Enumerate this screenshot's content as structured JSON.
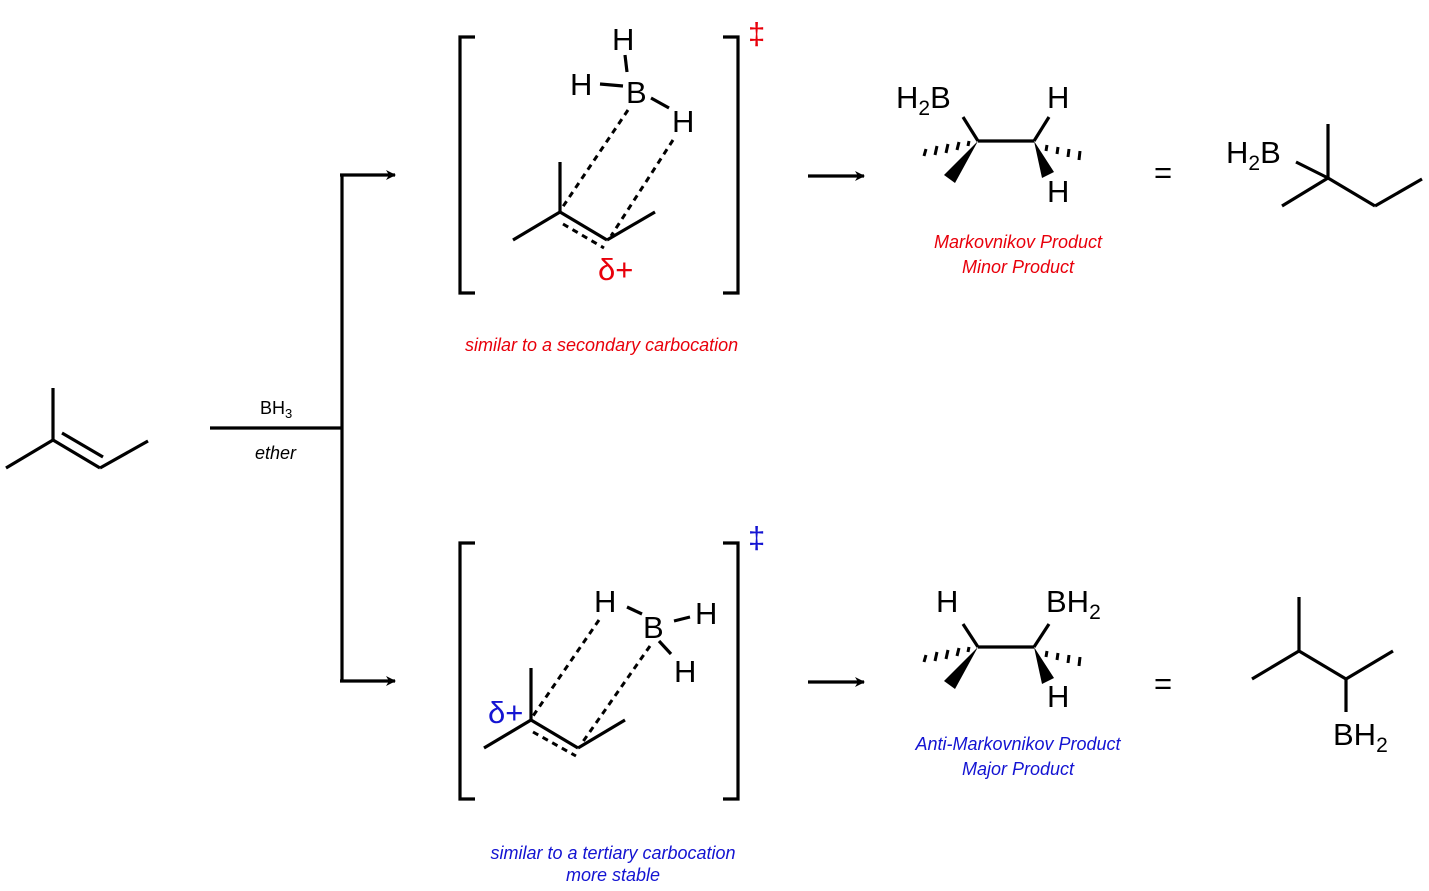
{
  "colors": {
    "markovnikov": "#e8000b",
    "anti_markovnikov": "#1414d2",
    "ink": "#000000"
  },
  "reagents": {
    "reagent_main": "BH",
    "reagent_sub": "3",
    "solvent": "ether"
  },
  "symbols": {
    "double_dagger": "‡",
    "delta_plus": "δ+",
    "equals": "="
  },
  "atoms": {
    "H": "H",
    "B": "B",
    "H2B_main": "H",
    "H2B_tail": "B",
    "BH2_main": "BH",
    "sub_2": "2"
  },
  "top_path": {
    "ts_caption": "similar to a secondary carbocation",
    "product_label_1": "Markovnikov Product",
    "product_label_2": "Minor Product"
  },
  "bottom_path": {
    "ts_caption_1": "similar to a tertiary carbocation",
    "ts_caption_2": "more stable",
    "product_label_1": "Anti-Markovnikov Product",
    "product_label_2": "Major Product"
  }
}
